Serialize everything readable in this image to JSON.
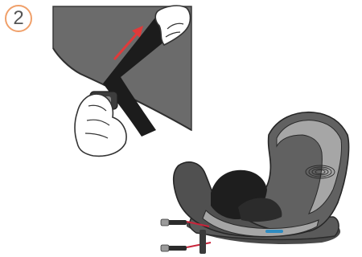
{
  "step": {
    "number": "2",
    "accent_color": "#f0a06a"
  },
  "illustrations": [
    {
      "name": "belt-adjustment-closeup",
      "icon": "hands-pulling-strap-icon",
      "arrow_color": "#e03a3a"
    },
    {
      "name": "car-seat-overview",
      "icon": "child-car-seat-icon",
      "connector_color": "#c8243a",
      "indicator_color": "#2e8bc0"
    }
  ]
}
